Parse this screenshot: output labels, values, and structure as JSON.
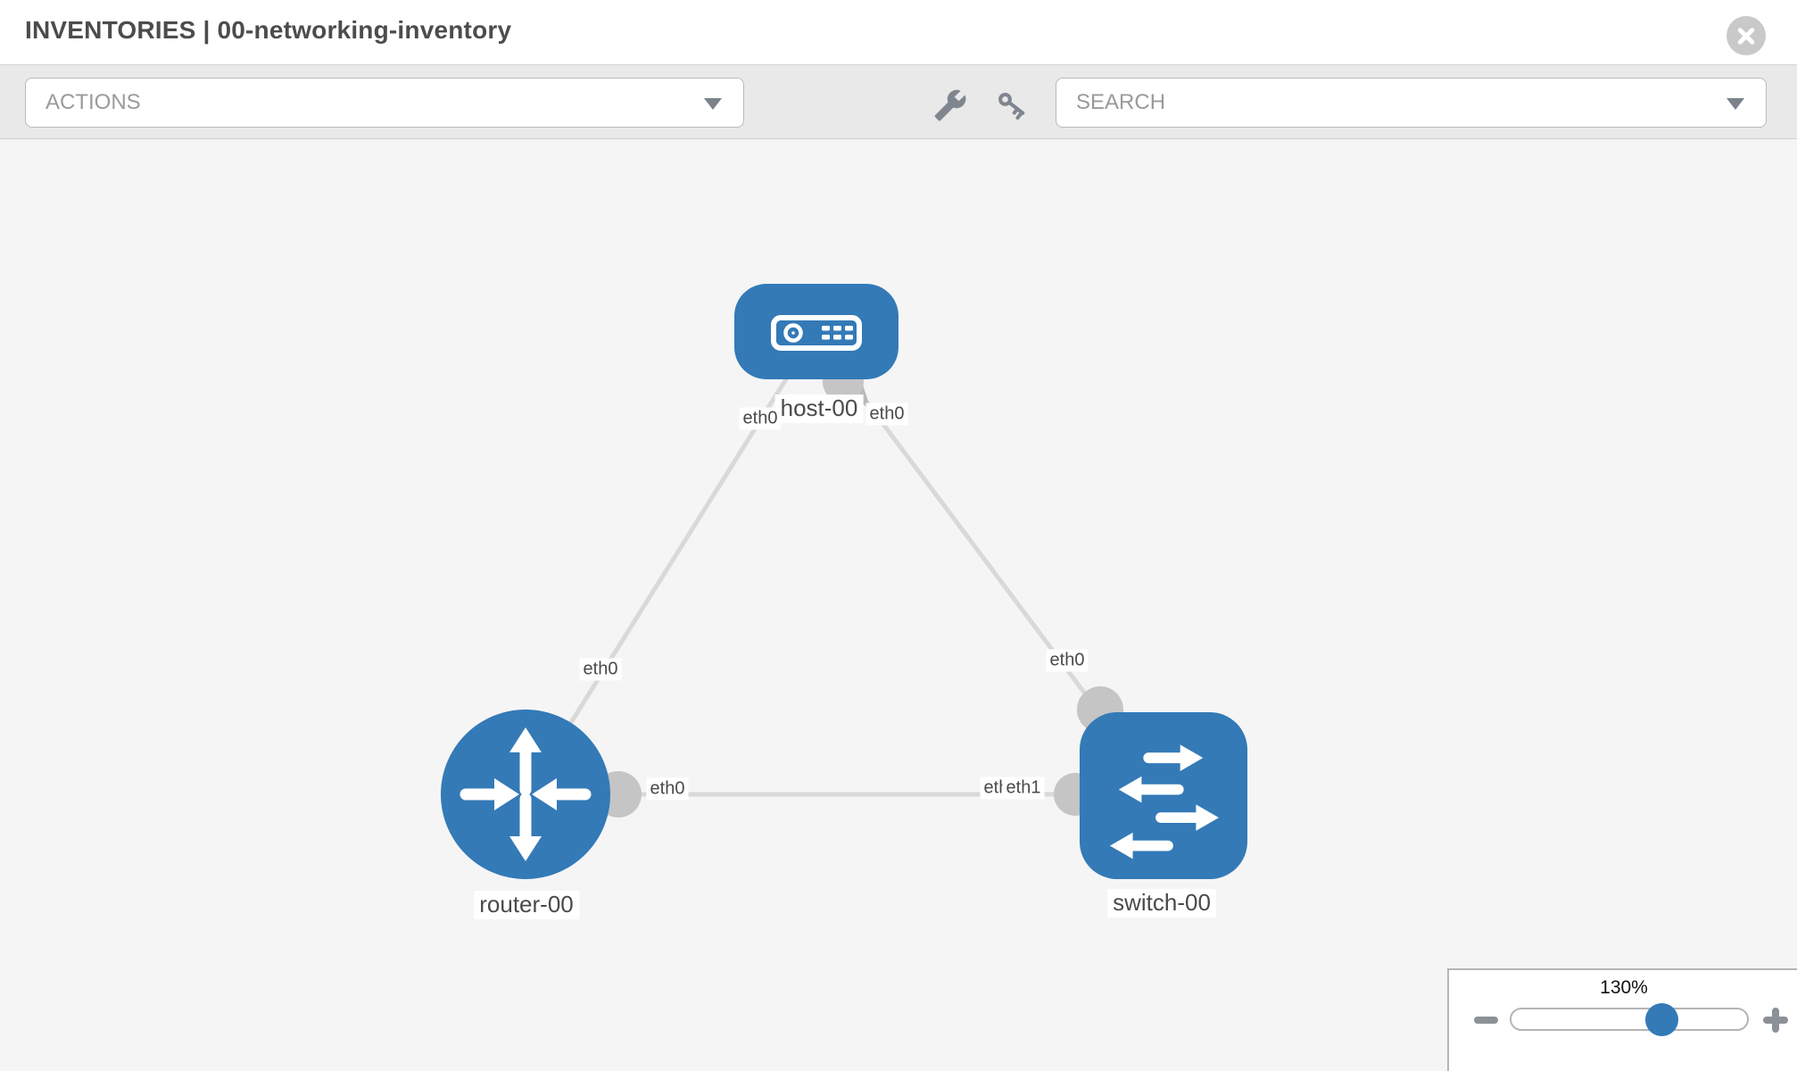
{
  "header": {
    "title": "INVENTORIES | 00-networking-inventory"
  },
  "toolbar": {
    "actions_label": "ACTIONS",
    "search_label": "SEARCH",
    "icons": [
      "wrench-icon",
      "key-icon"
    ]
  },
  "topology": {
    "nodes": [
      {
        "name": "host-00",
        "type": "host"
      },
      {
        "name": "router-00",
        "type": "router"
      },
      {
        "name": "switch-00",
        "type": "switch"
      }
    ],
    "links": [
      {
        "from": "host-00",
        "from_if": "eth0",
        "to": "router-00",
        "to_if": "eth0"
      },
      {
        "from": "host-00",
        "from_if": "eth0",
        "to": "switch-00",
        "to_if": "eth0"
      },
      {
        "from": "router-00",
        "from_if": "eth0",
        "to": "switch-00",
        "to_if": "eth1",
        "to_if_overlapped": "eth0"
      }
    ]
  },
  "zoom_control": {
    "value": "130%"
  },
  "colors": {
    "node_blue": "#337ab7",
    "link_gray": "#d9d9d9",
    "connector_gray": "#c5c5c5",
    "canvas_bg": "#f5f5f5",
    "toolbar_bg": "#e9e9e9"
  }
}
